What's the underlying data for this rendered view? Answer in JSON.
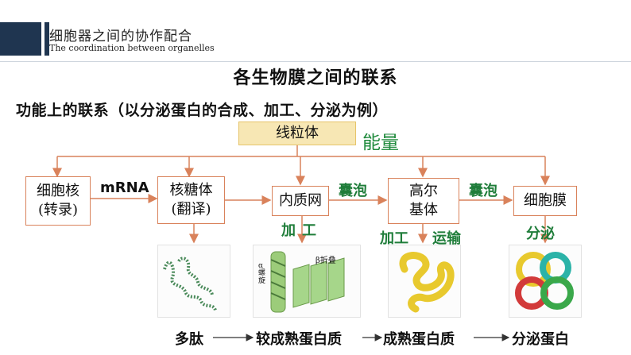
{
  "header": {
    "title_zh": "细胞器之间的协作配合",
    "title_en": "The coordination between organelles"
  },
  "slide_title": "各生物膜之间的联系",
  "subtitle": "功能上的联系（以分泌蛋白的合成、加工、分泌为例）",
  "mitochondria": {
    "label": "线粒体",
    "energy_label": "能量"
  },
  "boxes": {
    "nucleus": "细胞核\n(转录)",
    "ribosome": "核糖体\n(翻译)",
    "er": "内质网",
    "golgi": "高尔\n基体",
    "membrane": "细胞膜"
  },
  "edge_labels": {
    "mrna": "mRNA",
    "vesicle_1": "囊泡",
    "vesicle_2": "囊泡",
    "er_process": "加工",
    "golgi_process": "加工",
    "golgi_transport": "运输",
    "secretion": "分泌"
  },
  "image_labels": {
    "alpha_helix": "α螺旋",
    "beta_sheet": "β折叠"
  },
  "bottom_row": {
    "polypeptide": "多肽",
    "immature_protein": "较成熟蛋白质",
    "mature_protein": "成熟蛋白质",
    "secreted_protein": "分泌蛋白"
  },
  "colors": {
    "arrow": "#d9825b",
    "box_border": "#d9825b",
    "mito_fill": "#f7e7b4",
    "label_green": "#1f7d3a",
    "energy_green": "#1f8a3c",
    "header_bar": "#1f3550"
  }
}
